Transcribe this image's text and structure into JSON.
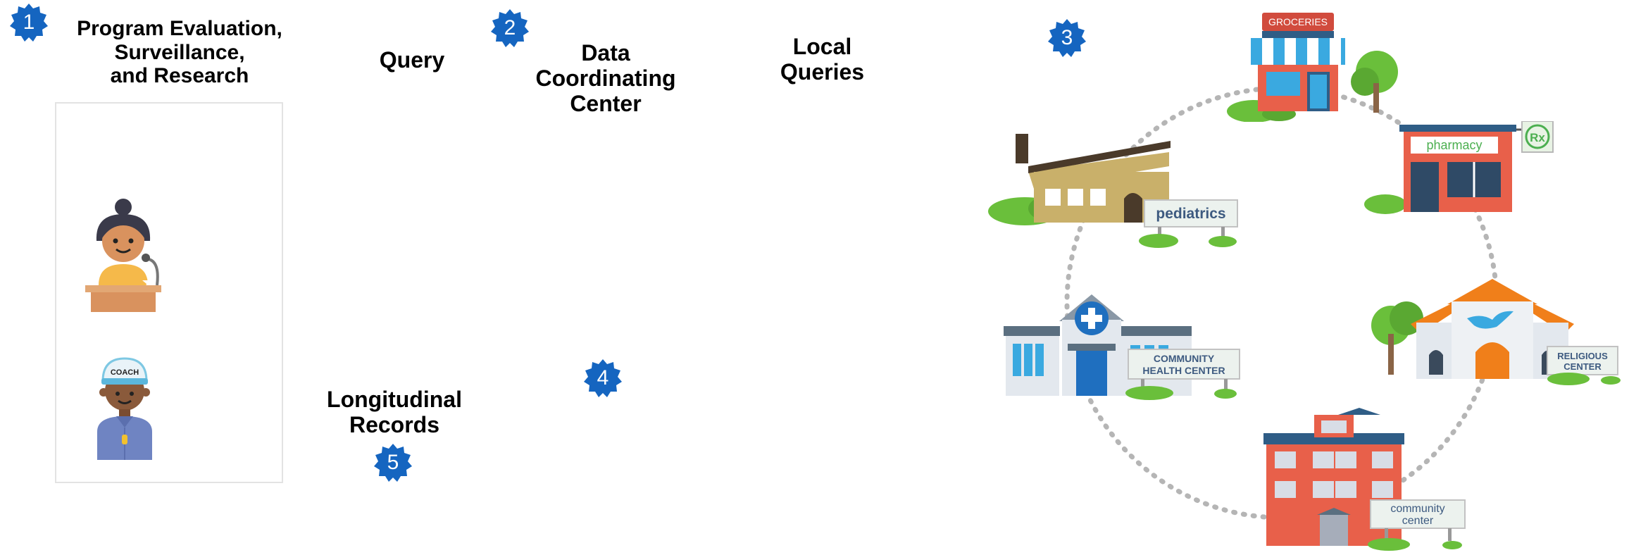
{
  "steps": {
    "s1": {
      "number": "1",
      "label": "Program Evaluation,\nSurveillance,\nand Research"
    },
    "s2": {
      "number": "2",
      "label": "Data\nCoordinating\nCenter"
    },
    "s3": {
      "number": "3"
    },
    "s4": {
      "number": "4"
    },
    "s5": {
      "number": "5",
      "label": "Longitudinal\nRecords"
    }
  },
  "labels": {
    "query": "Query",
    "local_queries": "Local\nQueries"
  },
  "people": {
    "coach_cap": "COACH"
  },
  "sites": {
    "groceries": "GROCERIES",
    "pharmacy": "pharmacy",
    "rx": "Rx",
    "pediatrics": "pediatrics",
    "community_health_1": "COMMUNITY",
    "community_health_2": "HEALTH CENTER",
    "religious_1": "RELIGIOUS",
    "religious_2": "CENTER",
    "community_center_1": "community",
    "community_center_2": "center"
  },
  "colors": {
    "badge": "#1565c0",
    "brick": "#e8604a",
    "awning": "#3aa9e0",
    "green": "#6abf3b",
    "sign_text": "#3d5a80"
  }
}
